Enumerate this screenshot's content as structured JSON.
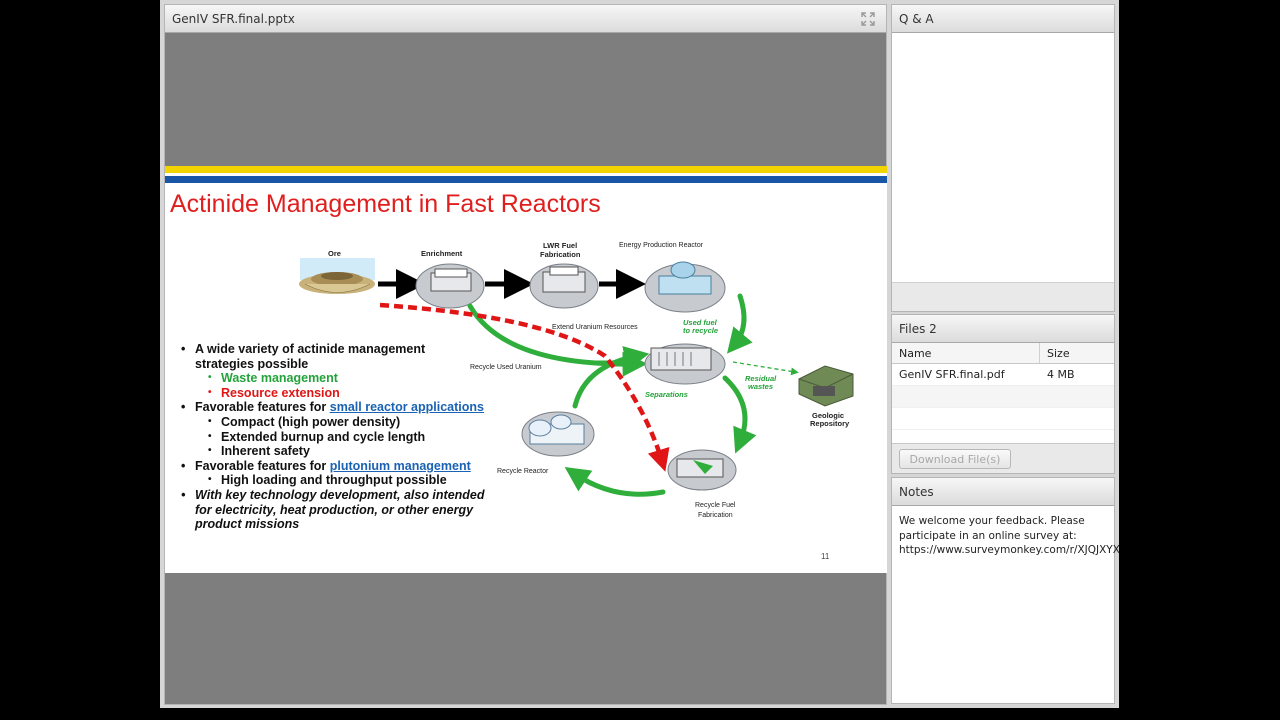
{
  "presentation": {
    "title": "GenIV SFR.final.pptx",
    "slide": {
      "title": "Actinide Management in Fast Reactors",
      "number": "11",
      "bullets": {
        "b1_line1": "A wide variety of actinide management",
        "b1_line2": "strategies possible",
        "b1_sub1": "Waste management",
        "b1_sub2": "Resource extension",
        "b2_prefix": "Favorable features for ",
        "b2_link": "small reactor applications",
        "b2_sub1": "Compact (high power density)",
        "b2_sub2": "Extended burnup and cycle length",
        "b2_sub3": "Inherent safety",
        "b3_prefix": "Favorable features for ",
        "b3_link": "plutonium management",
        "b3_sub1": "High loading and throughput possible",
        "b4_line1": "With key technology development, also intended",
        "b4_line2": "for electricity, heat production, or other energy",
        "b4_line3": "product missions"
      },
      "diagram": {
        "ore": "Ore",
        "enrichment": "Enrichment",
        "lwr_line1": "LWR Fuel",
        "lwr_line2": "Fabrication",
        "energy_reactor": "Energy Production Reactor",
        "extend_uranium": "Extend Uranium Resources",
        "used_fuel_line1": "Used fuel",
        "used_fuel_line2": "to recycle",
        "recycle_uranium": "Recycle Used Uranium",
        "separations": "Separations",
        "residual_line1": "Residual",
        "residual_line2": "wastes",
        "geologic_line1": "Geologic",
        "geologic_line2": "Repository",
        "recycle_reactor": "Recycle Reactor",
        "recycle_fuel_line1": "Recycle Fuel",
        "recycle_fuel_line2": "Fabrication"
      }
    }
  },
  "qa": {
    "title": "Q & A"
  },
  "files": {
    "title": "Files 2",
    "columns": {
      "name": "Name",
      "size": "Size"
    },
    "rows": [
      {
        "name": "GenIV SFR.final.pdf",
        "size": "4 MB"
      }
    ],
    "download_label": "Download File(s)"
  },
  "notes": {
    "title": "Notes",
    "line1": "We welcome your feedback.  Please",
    "line2": "participate in an online survey at:",
    "line3": "https://www.surveymonkey.com/r/XJQJXYX"
  },
  "colors": {
    "title_red": "#e01e1e",
    "accent_green": "#23a33a",
    "link_blue": "#1a62b3",
    "band_yellow": "#f2d400",
    "band_blue": "#1a56a8"
  }
}
